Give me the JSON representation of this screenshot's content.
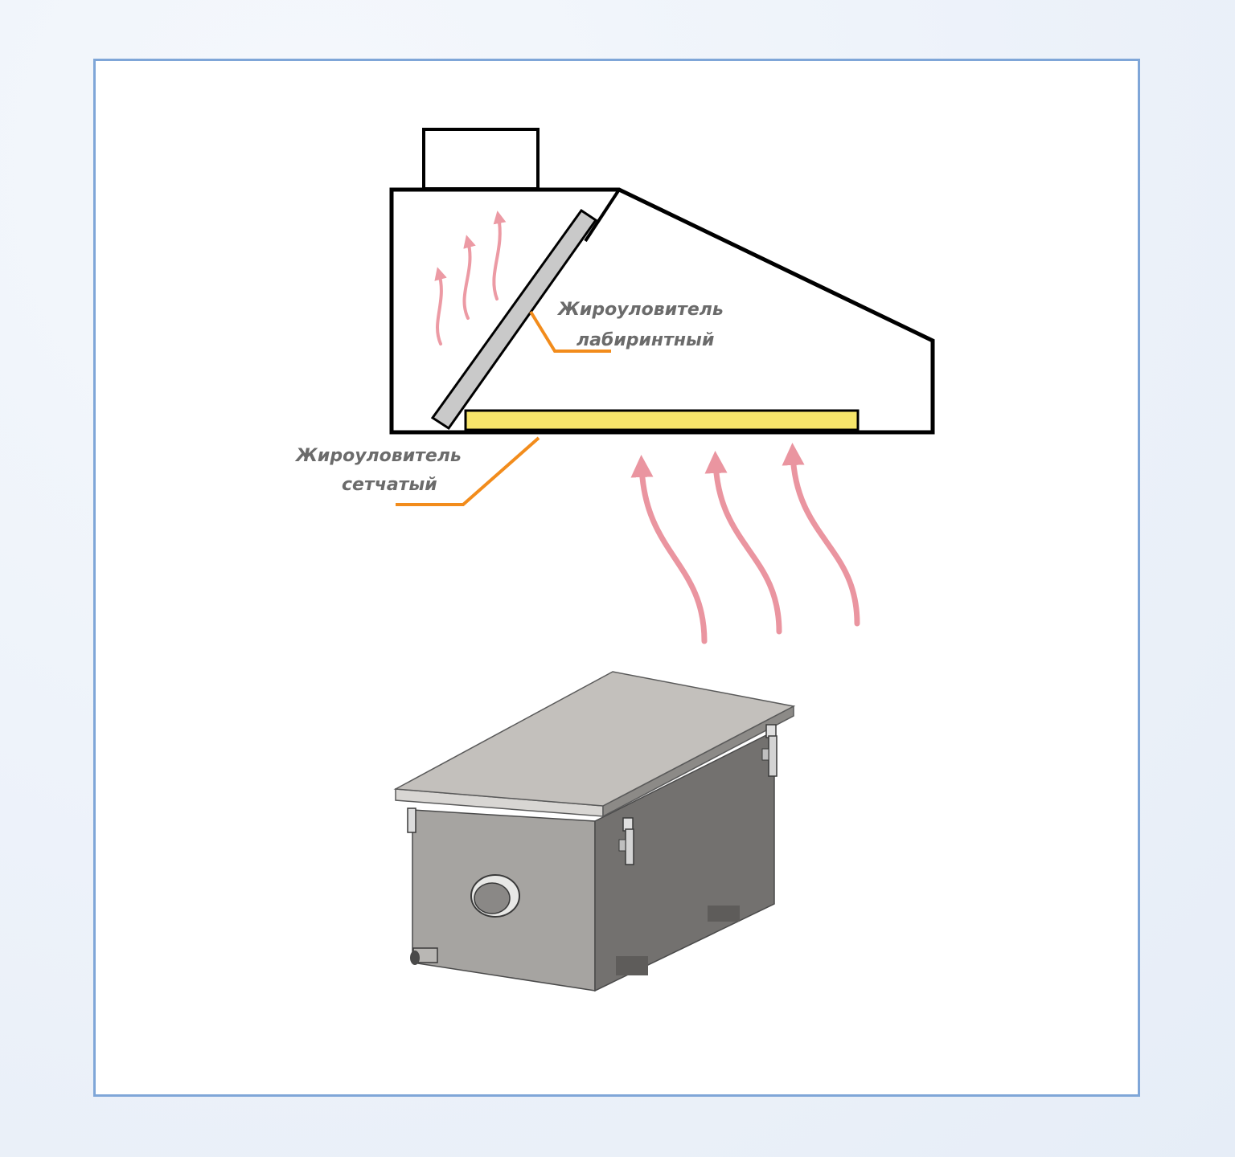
{
  "labels": {
    "labyrinth_line1": "Жироуловитель",
    "labyrinth_line2": "лабиринтный",
    "mesh_line1": "Жироуловитель",
    "mesh_line2": "сетчатый"
  },
  "colors": {
    "frame_border": "#7fa6d8",
    "outline": "#000000",
    "leader_line": "#f28c1c",
    "mesh_filter": "#f7e56a",
    "labyrinth_filter": "#c9c9c9",
    "heat_arrow": "#e88a96",
    "tank_top": "#c3c0bc",
    "tank_front": "#a6a4a1",
    "tank_side": "#73716f"
  }
}
